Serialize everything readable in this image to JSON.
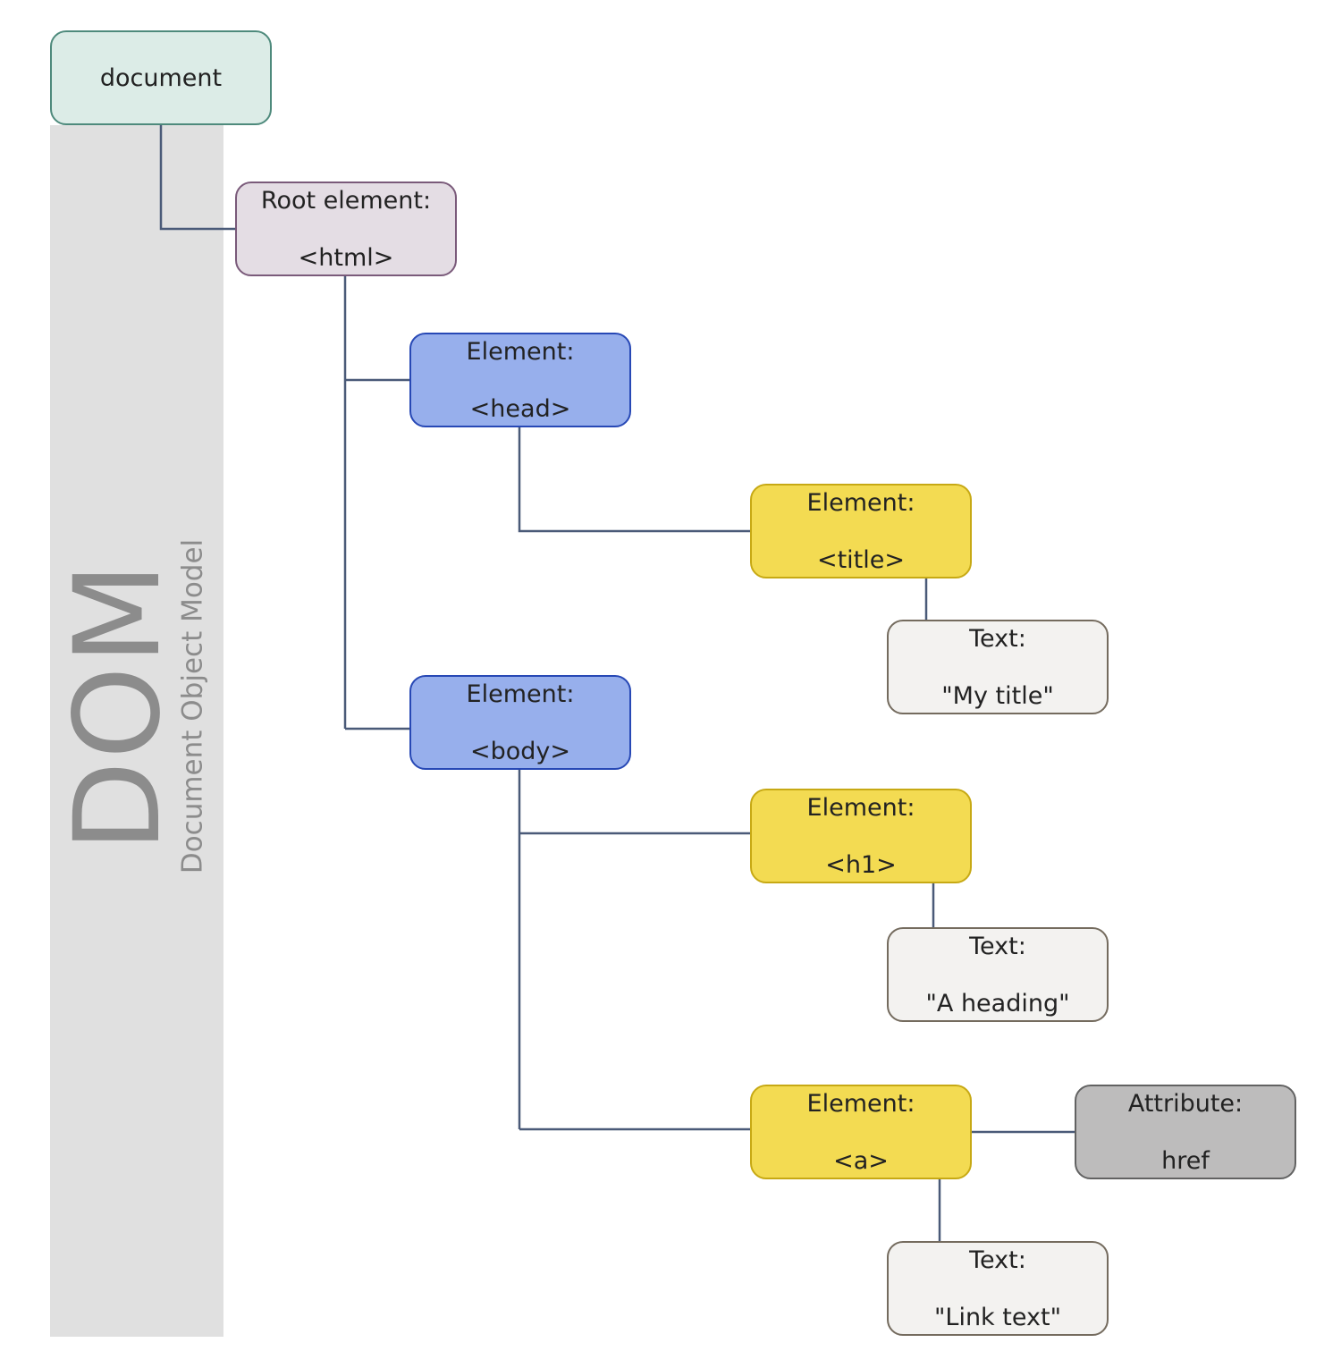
{
  "band": {
    "title": "DOM",
    "subtitle": "Document Object Model"
  },
  "colors": {
    "document_fill": "#dcece7",
    "root_fill": "#e4dde4",
    "container_element_fill": "#97afec",
    "element_fill": "#f3db52",
    "text_fill": "#f3f2f0",
    "attribute_fill": "#bdbcbc",
    "connector": "#4a5a78"
  },
  "nodes": {
    "document": {
      "label": "document"
    },
    "html": {
      "kind": "Root element:",
      "value": "<html>"
    },
    "head": {
      "kind": "Element:",
      "value": "<head>"
    },
    "title": {
      "kind": "Element:",
      "value": "<title>"
    },
    "title_text": {
      "kind": "Text:",
      "value": "\"My title\""
    },
    "body": {
      "kind": "Element:",
      "value": "<body>"
    },
    "h1": {
      "kind": "Element:",
      "value": "<h1>"
    },
    "h1_text": {
      "kind": "Text:",
      "value": "\"A heading\""
    },
    "a": {
      "kind": "Element:",
      "value": "<a>"
    },
    "a_attr": {
      "kind": "Attribute:",
      "value": "href"
    },
    "a_text": {
      "kind": "Text:",
      "value": "\"Link text\""
    }
  }
}
